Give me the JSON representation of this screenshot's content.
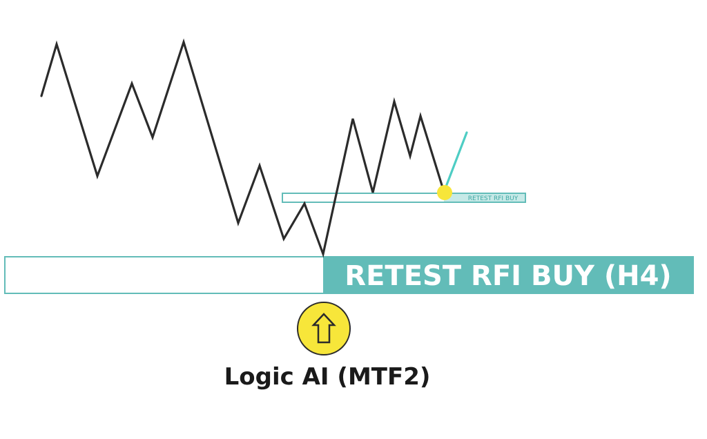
{
  "diagram": {
    "labels": {
      "big_zone": "RETEST RFI BUY (H4)",
      "small_zone": "RETEST RFI BUY",
      "caption": "Logic AI (MTF2)"
    },
    "colors": {
      "teal": "#62bcb8",
      "teal_light": "#c6e9e7",
      "teal_line": "#4ecdc4",
      "price_line": "#2b2b2b",
      "yellow": "#f7e63a",
      "yellow_stroke": "#2b2b2b"
    },
    "icons": {
      "signal": "up-arrow-icon",
      "retest_marker": "dot-icon"
    }
  }
}
